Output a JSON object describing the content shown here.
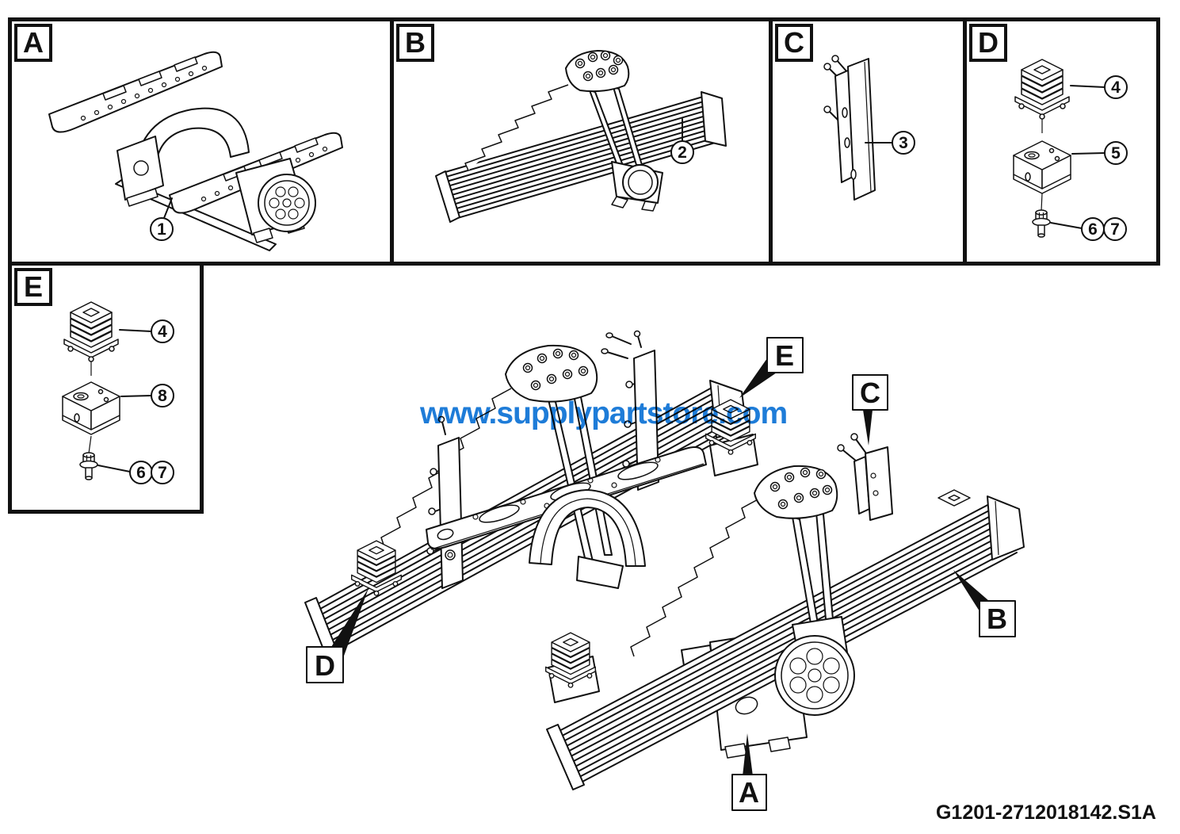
{
  "document": {
    "watermark": "www.supplypartstore.com",
    "drawing_number": "G1201-2712018142.S1A"
  },
  "panels": [
    {
      "id": "A",
      "label": "A",
      "description": "tandem walking-beam suspension assembly",
      "callouts": [
        {
          "n": "1"
        }
      ]
    },
    {
      "id": "B",
      "label": "B",
      "description": "leaf spring assembly",
      "callouts": [
        {
          "n": "2"
        }
      ]
    },
    {
      "id": "C",
      "label": "C",
      "description": "wear plate bracket",
      "callouts": [
        {
          "n": "3"
        }
      ]
    },
    {
      "id": "D",
      "label": "D",
      "description": "rubber spring, spacer block and bolt",
      "callouts": [
        {
          "n": "4"
        },
        {
          "n": "5"
        },
        {
          "n": "6"
        },
        {
          "n": "7"
        }
      ]
    },
    {
      "id": "E",
      "label": "E",
      "description": "rubber spring, spacer block and bolt",
      "callouts": [
        {
          "n": "4"
        },
        {
          "n": "8"
        },
        {
          "n": "6"
        },
        {
          "n": "7"
        }
      ]
    }
  ],
  "main_view": {
    "labels": [
      {
        "t": "E"
      },
      {
        "t": "C"
      },
      {
        "t": "D"
      },
      {
        "t": "B"
      },
      {
        "t": "A"
      }
    ]
  },
  "colors": {
    "line": "#111111",
    "watermark": "#1e7cd8",
    "background": "#ffffff"
  }
}
